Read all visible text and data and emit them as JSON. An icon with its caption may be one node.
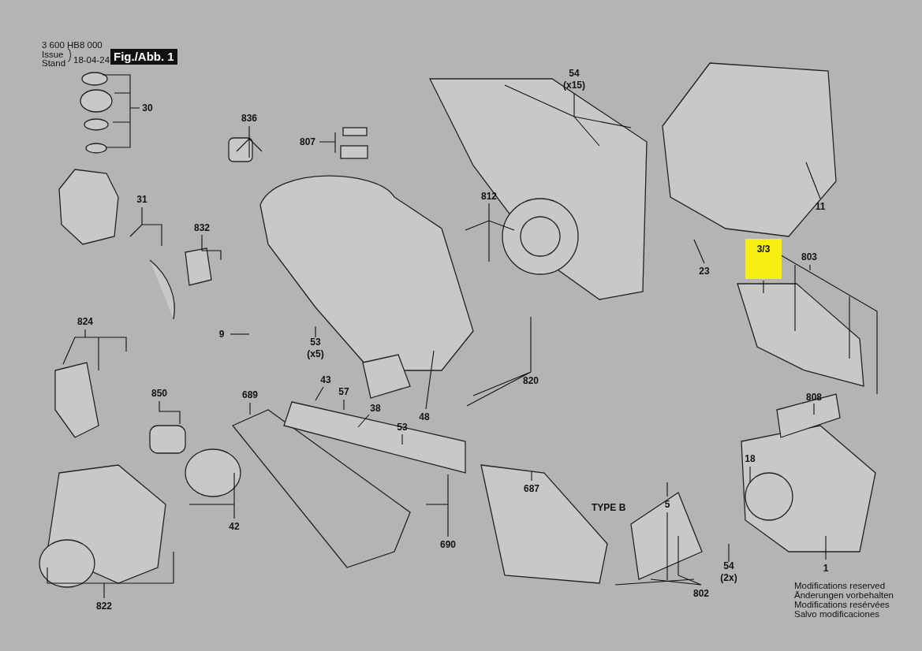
{
  "diagram": {
    "nodes": [
      {
        "text": [
          "30"
        ]
      },
      {
        "text": [
          "836"
        ]
      },
      {
        "text": [
          "807"
        ]
      },
      {
        "text": [
          "54 (x15)"
        ]
      },
      {
        "text": [
          "31"
        ]
      },
      {
        "text": [
          "832"
        ]
      },
      {
        "text": [
          "812"
        ]
      },
      {
        "text": [
          "11"
        ]
      },
      {
        "text": [
          "23"
        ]
      },
      {
        "text": [
          "3/3"
        ]
      },
      {
        "text": [
          "803"
        ]
      },
      {
        "text": [
          "824"
        ]
      },
      {
        "text": [
          "9"
        ]
      },
      {
        "text": [
          "53 (x5)"
        ]
      },
      {
        "text": [
          "43"
        ]
      },
      {
        "text": [
          "57"
        ]
      },
      {
        "text": [
          "38"
        ]
      },
      {
        "text": [
          "48"
        ]
      },
      {
        "text": [
          "53"
        ]
      },
      {
        "text": [
          "820"
        ]
      },
      {
        "text": [
          "850"
        ]
      },
      {
        "text": [
          "689"
        ]
      },
      {
        "text": [
          "808"
        ]
      },
      {
        "text": [
          "18"
        ]
      },
      {
        "text": [
          "687"
        ]
      },
      {
        "text": [
          "5"
        ]
      },
      {
        "text": [
          "42"
        ]
      },
      {
        "text": [
          "690"
        ]
      },
      {
        "text": [
          "54 (2x)"
        ]
      },
      {
        "text": [
          "802"
        ]
      },
      {
        "text": [
          "1"
        ]
      },
      {
        "text": [
          "822"
        ]
      }
    ],
    "edges": [
      {
        "from": 0,
        "to": null,
        "arrow": "none"
      },
      {
        "from": 1,
        "to": null,
        "arrow": "none"
      },
      {
        "from": 2,
        "to": null,
        "arrow": "none"
      },
      {
        "from": 3,
        "to": null,
        "arrow": "none"
      },
      {
        "from": 4,
        "to": null,
        "arrow": "none"
      },
      {
        "from": 5,
        "to": null,
        "arrow": "none"
      },
      {
        "from": 6,
        "to": null,
        "arrow": "none"
      },
      {
        "from": 7,
        "to": null,
        "arrow": "none"
      },
      {
        "from": 8,
        "to": null,
        "arrow": "none"
      },
      {
        "from": 9,
        "to": null,
        "arrow": "none"
      },
      {
        "from": 10,
        "to": null,
        "arrow": "none"
      },
      {
        "from": 11,
        "to": null,
        "arrow": "none"
      },
      {
        "from": 12,
        "to": null,
        "arrow": "none"
      },
      {
        "from": 13,
        "to": null,
        "arrow": "none"
      },
      {
        "from": 14,
        "to": null,
        "arrow": "none"
      },
      {
        "from": 15,
        "to": null,
        "arrow": "none"
      },
      {
        "from": 16,
        "to": null,
        "arrow": "none"
      },
      {
        "from": 17,
        "to": null,
        "arrow": "none"
      },
      {
        "from": 18,
        "to": null,
        "arrow": "none"
      },
      {
        "from": 19,
        "to": null,
        "arrow": "none"
      },
      {
        "from": 20,
        "to": null,
        "arrow": "none"
      },
      {
        "from": 21,
        "to": null,
        "arrow": "none"
      },
      {
        "from": 22,
        "to": null,
        "arrow": "none"
      },
      {
        "from": 23,
        "to": null,
        "arrow": "none"
      },
      {
        "from": 24,
        "to": null,
        "arrow": "none"
      },
      {
        "from": 25,
        "to": null,
        "arrow": "none"
      },
      {
        "from": 26,
        "to": null,
        "arrow": "none"
      },
      {
        "from": 27,
        "to": null,
        "arrow": "none"
      },
      {
        "from": 28,
        "to": null,
        "arrow": "none"
      },
      {
        "from": 29,
        "to": null,
        "arrow": "none"
      },
      {
        "from": 30,
        "to": null,
        "arrow": "none"
      },
      {
        "from": 31,
        "to": null,
        "arrow": "none"
      }
    ],
    "labels": [
      "3 600 HB8 000",
      "Issue Stand",
      "18-04-24",
      "Fig./Abb. 1",
      "TYPE B",
      "Modifications reserved",
      "Änderungen vorbehalten",
      "Modifications resérvées",
      "Salvo modificaciones"
    ]
  }
}
